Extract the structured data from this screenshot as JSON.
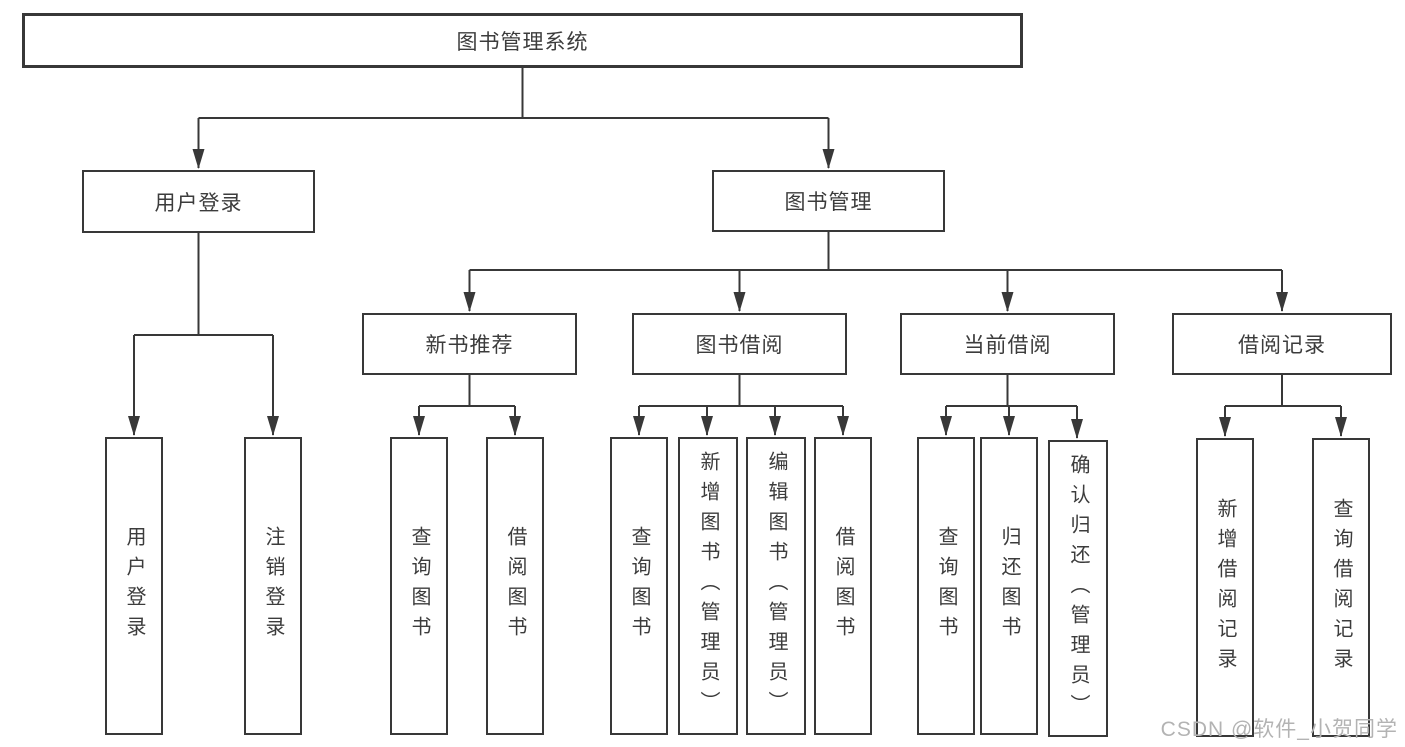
{
  "tree": {
    "root": "图书管理系统",
    "children": [
      {
        "label": "用户登录",
        "children": [
          {
            "label": "用户登录"
          },
          {
            "label": "注销登录"
          }
        ]
      },
      {
        "label": "图书管理",
        "children": [
          {
            "label": "新书推荐",
            "children": [
              {
                "label": "查询图书"
              },
              {
                "label": "借阅图书"
              }
            ]
          },
          {
            "label": "图书借阅",
            "children": [
              {
                "label": "查询图书"
              },
              {
                "label": "新增图书（管理员）"
              },
              {
                "label": "编辑图书（管理员）"
              },
              {
                "label": "借阅图书"
              }
            ]
          },
          {
            "label": "当前借阅",
            "children": [
              {
                "label": "查询图书"
              },
              {
                "label": "归还图书"
              },
              {
                "label": "确认归还（管理员）"
              }
            ]
          },
          {
            "label": "借阅记录",
            "children": [
              {
                "label": "新增借阅记录"
              },
              {
                "label": "查询借阅记录"
              }
            ]
          }
        ]
      }
    ]
  },
  "colors": {
    "line": "#383838",
    "text": "#3c3c3c",
    "watermark": "#b3b3b3"
  },
  "watermark": "CSDN @软件_小贺同学"
}
